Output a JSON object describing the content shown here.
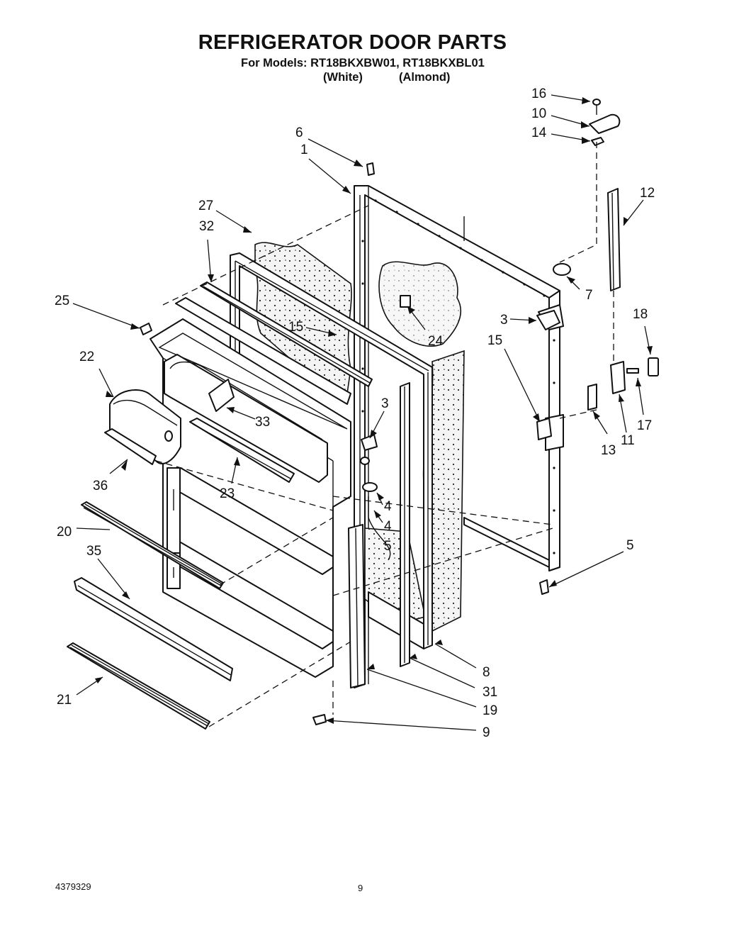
{
  "title": "REFRIGERATOR DOOR PARTS",
  "models_line": "For Models: RT18BKXBW01, RT18BKXBL01",
  "color_white": "(White)",
  "color_almond": "(Almond)",
  "doc_number": "4379329",
  "page_number": "9",
  "callouts": [
    "1",
    "3",
    "3",
    "4",
    "4",
    "5",
    "5",
    "6",
    "7",
    "8",
    "9",
    "10",
    "11",
    "12",
    "13",
    "14",
    "15",
    "15",
    "16",
    "17",
    "18",
    "19",
    "20",
    "21",
    "22",
    "23",
    "24",
    "25",
    "27",
    "31",
    "32",
    "33",
    "35",
    "36"
  ]
}
